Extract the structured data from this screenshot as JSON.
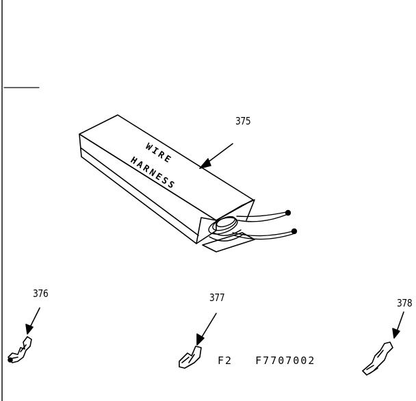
{
  "box_label": {
    "line1": "WIRE",
    "line2": "HARNESS"
  },
  "callouts": {
    "wire_harness": "375",
    "terminal_a": "376",
    "terminal_b": "377",
    "terminal_c": "378"
  },
  "figure_code": "F2   F7707002",
  "colors": {
    "ink": "#000000",
    "paper": "#ffffff"
  }
}
